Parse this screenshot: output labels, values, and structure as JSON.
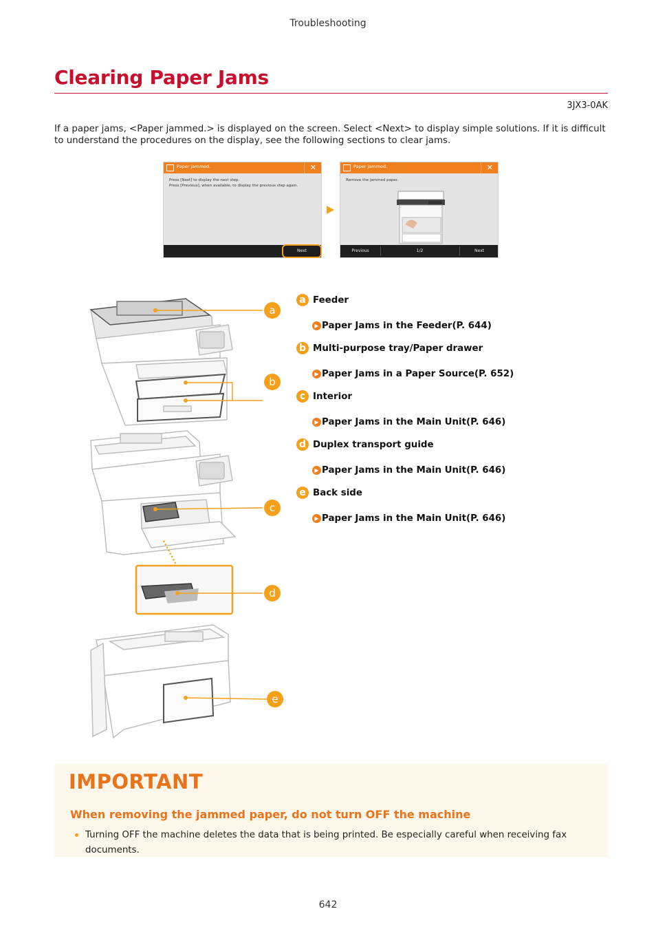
{
  "header": {
    "section": "Troubleshooting"
  },
  "page": {
    "title": "Clearing Paper Jams",
    "doc_code": "3JX3-0AK",
    "intro": "If a paper jams, <Paper jammed.> is displayed on the screen. Select <Next> to display simple solutions. If it is difficult to understand the procedures on the display, see the following sections to clear jams.",
    "number": "642"
  },
  "screens": [
    {
      "title": "Paper jammed.",
      "body_lines": [
        "Press [Next] to display the next step.",
        "Press [Previous], when available, to display the previous step again."
      ],
      "footer": {
        "next": "Next"
      }
    },
    {
      "title": "Paper jammed.",
      "body_lines": [
        "Remove the jammed paper."
      ],
      "footer": {
        "previous": "Previous",
        "page": "1/2",
        "next": "Next"
      }
    }
  ],
  "callouts": [
    {
      "letter": "a",
      "label": "Feeder",
      "link": "Paper Jams in the Feeder(P. 644)"
    },
    {
      "letter": "b",
      "label": "Multi-purpose tray/Paper drawer",
      "link": "Paper Jams in a Paper Source(P. 652)"
    },
    {
      "letter": "c",
      "label": "Interior",
      "link": "Paper Jams in the Main Unit(P. 646)"
    },
    {
      "letter": "d",
      "label": "Duplex transport guide",
      "link": "Paper Jams in the Main Unit(P. 646)"
    },
    {
      "letter": "e",
      "label": "Back side",
      "link": "Paper Jams in the Main Unit(P. 646)"
    }
  ],
  "important": {
    "title": "IMPORTANT",
    "subtitle": "When removing the jammed paper, do not turn OFF the machine",
    "bullet": "Turning OFF the machine deletes the data that is being printed. Be especially careful when receiving fax documents."
  },
  "colors": {
    "title_red": "#c8102e",
    "accent_orange": "#f5a01b",
    "important_orange": "#e8731a"
  }
}
